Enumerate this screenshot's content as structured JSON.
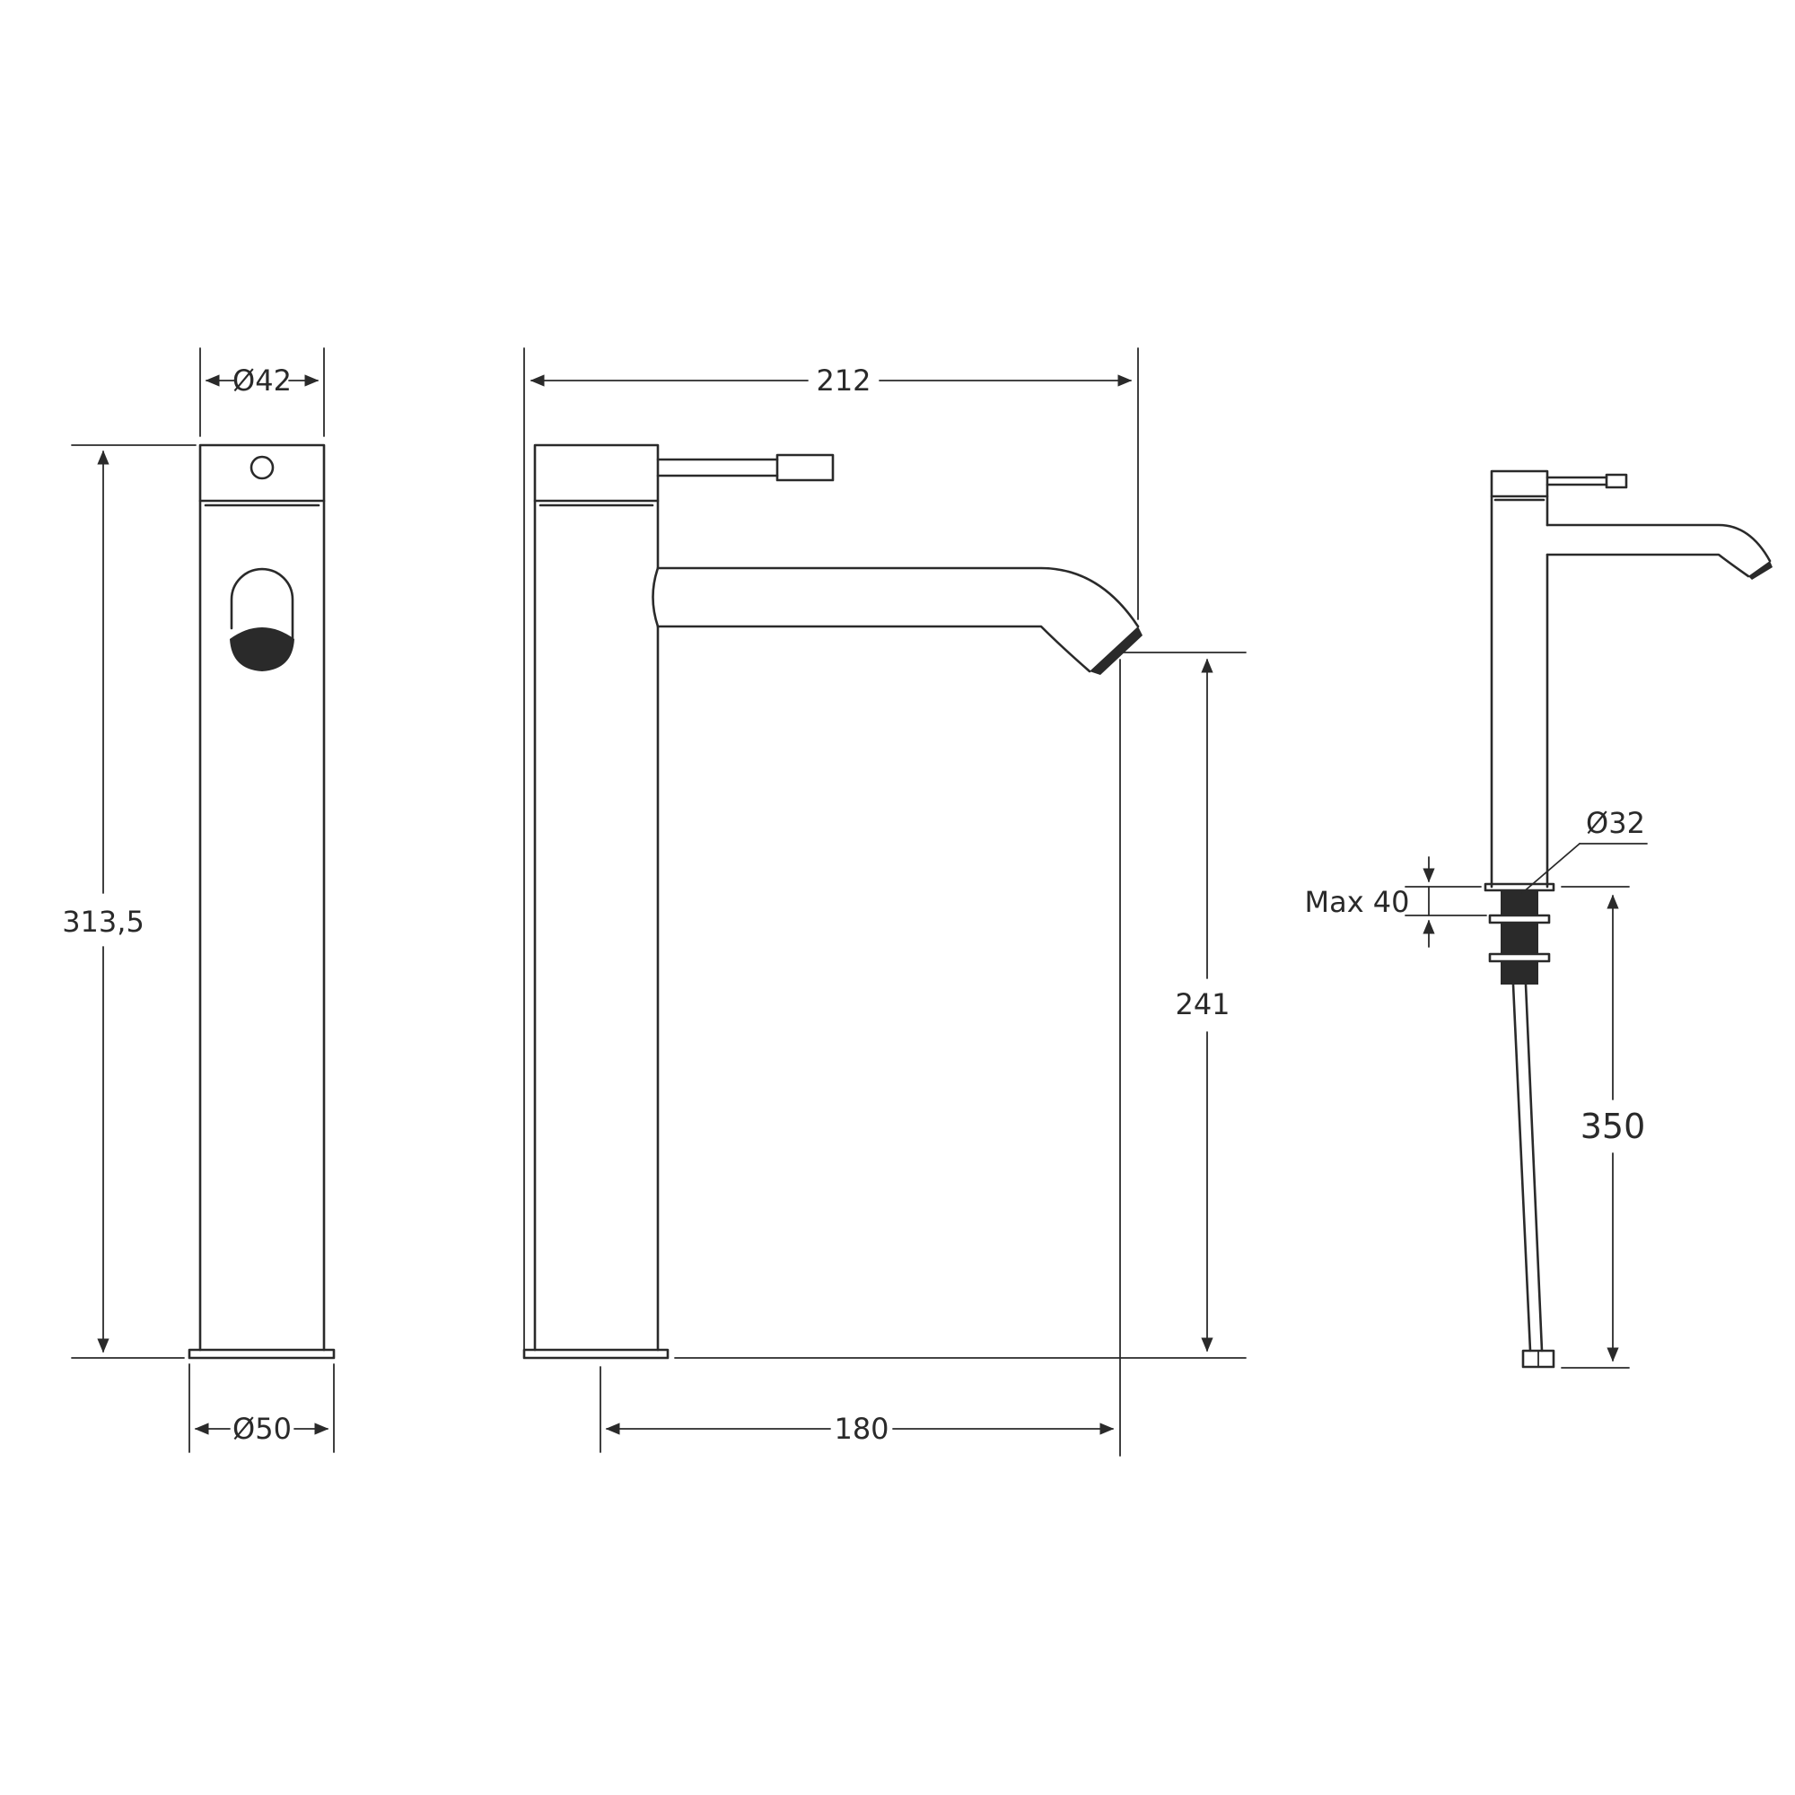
{
  "dimensions": {
    "body_diameter": "Ø42",
    "base_diameter": "Ø50",
    "total_height": "313,5",
    "total_width": "212",
    "spout_height": "241",
    "spout_reach": "180",
    "fixing_diameter": "Ø32",
    "max_deck_thickness": "Max 40",
    "hose_length": "350"
  }
}
